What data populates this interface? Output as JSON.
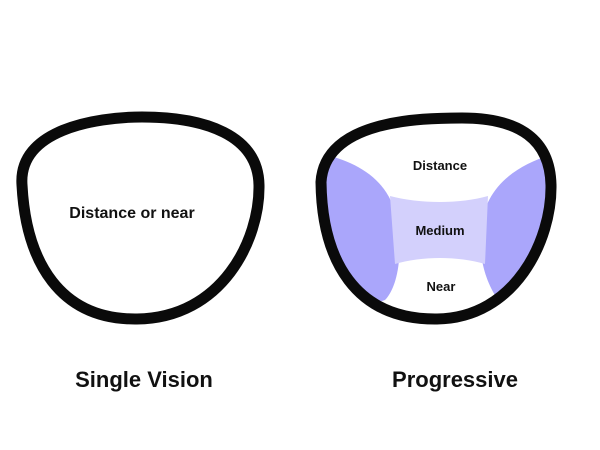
{
  "single_vision": {
    "caption": "Single Vision",
    "zone_label": "Distance or near"
  },
  "progressive": {
    "caption": "Progressive",
    "zones": {
      "distance": "Distance",
      "medium": "Medium",
      "near": "Near"
    }
  },
  "colors": {
    "frame": "#0a0a0a",
    "lens": "#ffffff",
    "side_zone": "#aaa6fb",
    "medium_zone": "#d3d0fc",
    "text": "#111111"
  }
}
